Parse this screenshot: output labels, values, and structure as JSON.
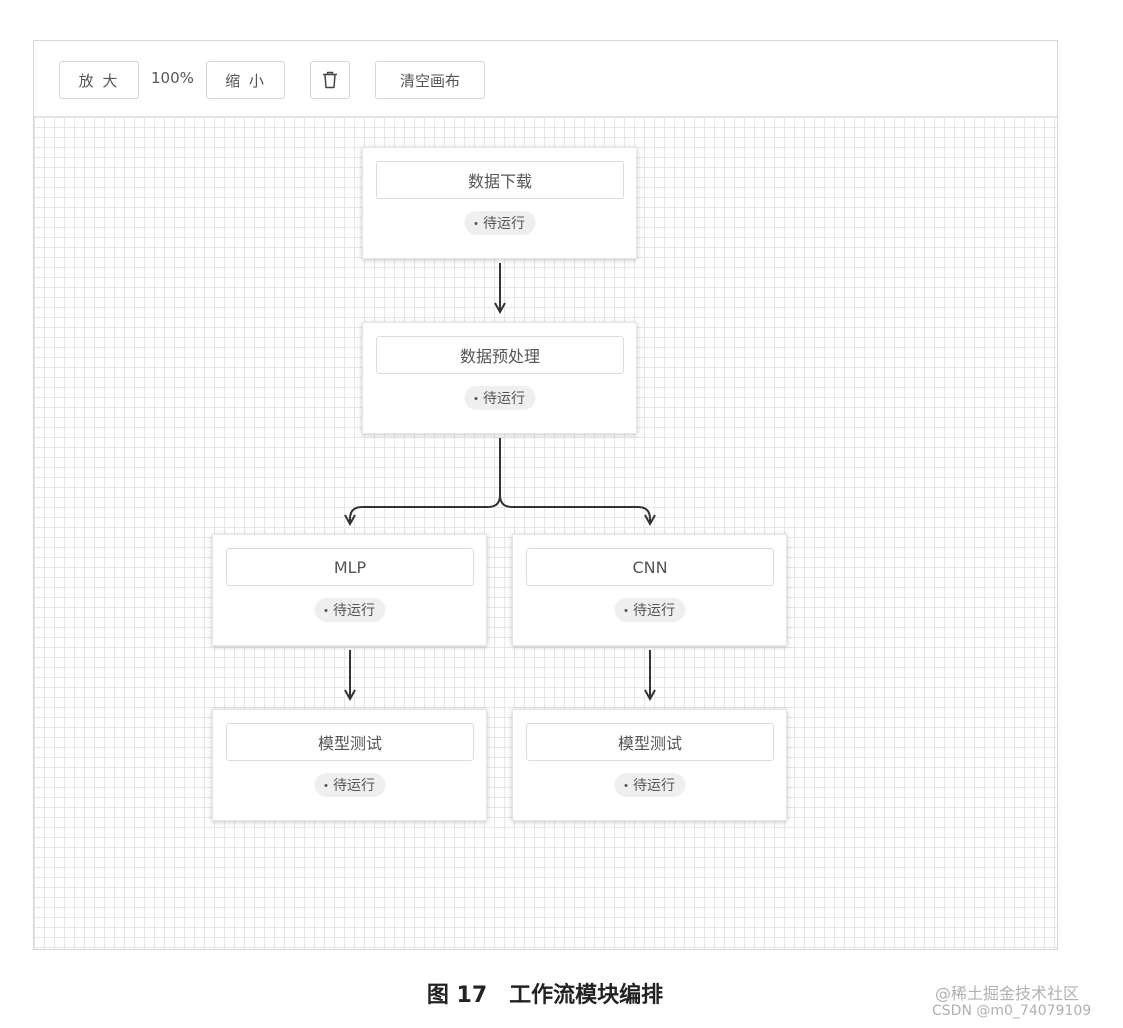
{
  "toolbar": {
    "zoom_in_label": "放 大",
    "zoom_level": "100%",
    "zoom_out_label": "缩 小",
    "delete_icon": "trash-icon",
    "clear_label": "清空画布"
  },
  "nodes": [
    {
      "id": "n1",
      "title": "数据下载",
      "status": "待运行"
    },
    {
      "id": "n2",
      "title": "数据预处理",
      "status": "待运行"
    },
    {
      "id": "n3",
      "title": "MLP",
      "status": "待运行"
    },
    {
      "id": "n4",
      "title": "CNN",
      "status": "待运行"
    },
    {
      "id": "n5",
      "title": "模型测试",
      "status": "待运行"
    },
    {
      "id": "n6",
      "title": "模型测试",
      "status": "待运行"
    }
  ],
  "edges": [
    {
      "from": "n1",
      "to": "n2"
    },
    {
      "from": "n2",
      "to": "n3"
    },
    {
      "from": "n2",
      "to": "n4"
    },
    {
      "from": "n3",
      "to": "n5"
    },
    {
      "from": "n4",
      "to": "n6"
    }
  ],
  "caption": "图 17　工作流模块编排",
  "watermark": {
    "line1": "@稀土掘金技术社区",
    "line2": "CSDN @m0_74079109"
  },
  "colors": {
    "grid": "#e6e6e6",
    "edge": "#333333",
    "status_bg": "#efefef"
  }
}
